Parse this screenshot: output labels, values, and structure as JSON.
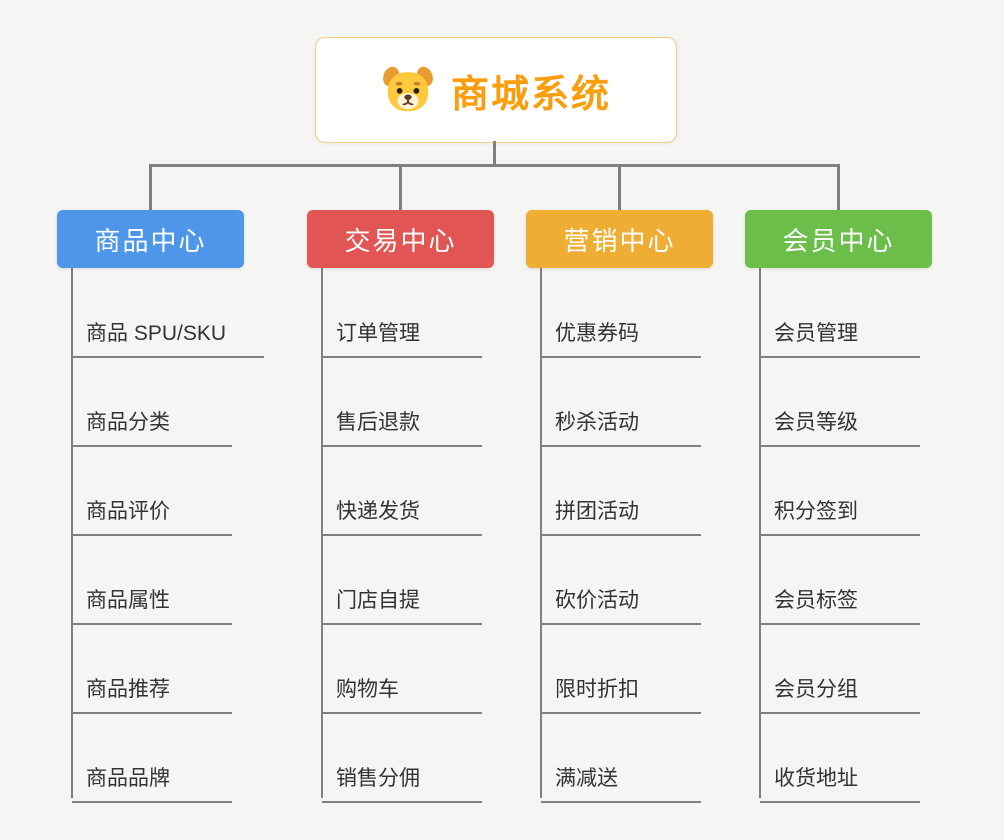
{
  "root": {
    "title": "商城系统",
    "icon": "dog-icon"
  },
  "colors": {
    "title_accent": "#fb9d0c",
    "root_border": "#f3ce82",
    "connector": "#808080",
    "product_center": "#4d96e8",
    "trade_center": "#e25555",
    "marketing_center": "#efad33",
    "member_center": "#6bbe4a"
  },
  "branches": [
    {
      "label": "商品中心",
      "color": "#4d96e8",
      "children": [
        "商品 SPU/SKU",
        "商品分类",
        "商品评价",
        "商品属性",
        "商品推荐",
        "商品品牌"
      ]
    },
    {
      "label": "交易中心",
      "color": "#e25555",
      "children": [
        "订单管理",
        "售后退款",
        "快递发货",
        "门店自提",
        "购物车",
        "销售分佣"
      ]
    },
    {
      "label": "营销中心",
      "color": "#efad33",
      "children": [
        "优惠券码",
        "秒杀活动",
        "拼团活动",
        "砍价活动",
        "限时折扣",
        "满减送"
      ]
    },
    {
      "label": "会员中心",
      "color": "#6bbe4a",
      "children": [
        "会员管理",
        "会员等级",
        "积分签到",
        "会员标签",
        "会员分组",
        "收货地址"
      ]
    }
  ]
}
